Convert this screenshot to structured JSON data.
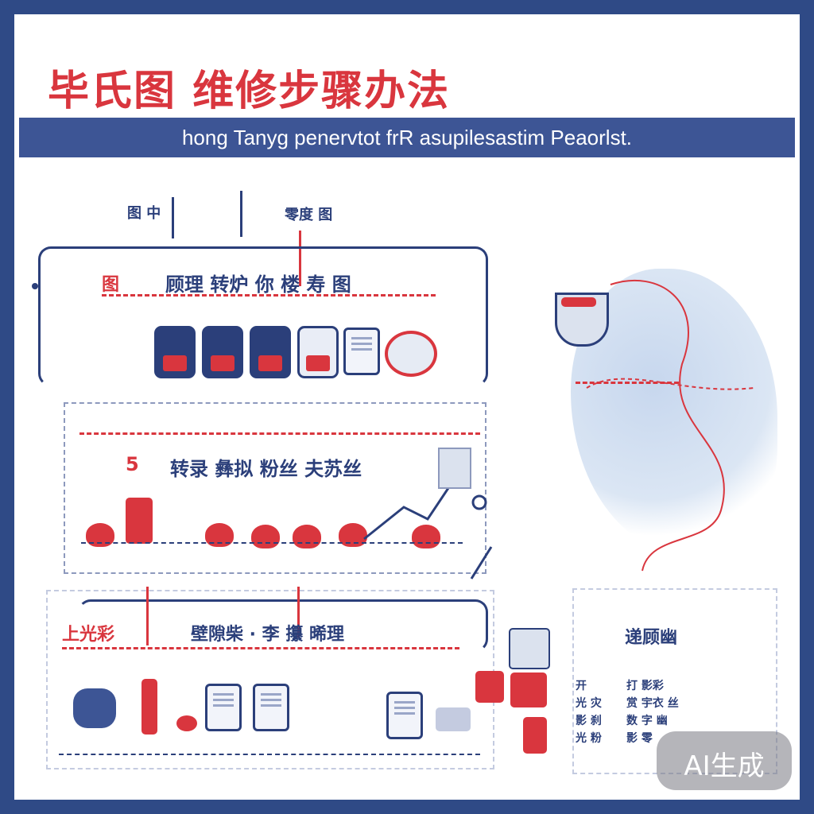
{
  "header": {
    "title": "毕氏图 维修步骤办法",
    "subtitle": "hong Tanyg penervtot frR asupilesastim Peaorlst."
  },
  "panels": {
    "top_labels": [
      "图 中",
      "零度 图"
    ],
    "panel1_label": "顾理 转炉 你 楼 寿 图",
    "panel1_left_label": "图",
    "panel2_label": "转录 彝拟 粉丝 夫苏丝",
    "panel2_prefix": "5",
    "panel3_label": "壁隙柴 · 李  攥 晞理",
    "panel3_left_label": "上光彩",
    "sidebar_title": "递顾幽",
    "sidebar_rows": [
      {
        "left": "开",
        "right": "打 影彩"
      },
      {
        "left": "光 灾",
        "right": "赏 宇衣 丝"
      },
      {
        "left": "影 刹",
        "right": "数 字 幽"
      },
      {
        "left": "光 粉",
        "right": "影 零"
      }
    ]
  },
  "badge": {
    "label": "AI生成"
  },
  "colors": {
    "navy": "#2b3f7a",
    "red": "#d9363e",
    "frame": "#2f4a86",
    "map_blue": "#c7d7ee"
  }
}
